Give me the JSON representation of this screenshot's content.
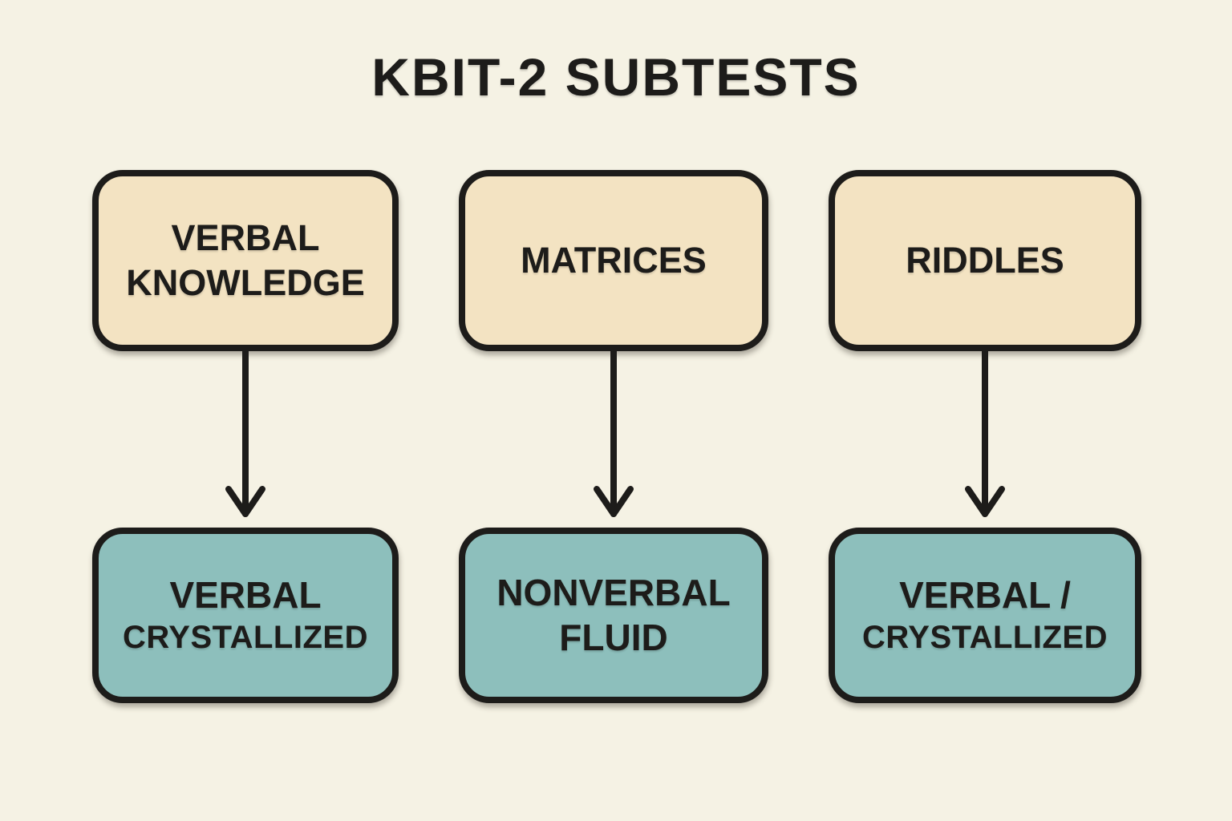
{
  "title": "KBIT-2 SUBTESTS",
  "colors": {
    "background": "#f5f2e4",
    "subtest_box": "#f3e3c2",
    "outcome_box": "#8dbfbc",
    "outline_and_text": "#1d1c1a"
  },
  "columns": [
    {
      "subtest": "VERBAL KNOWLEDGE",
      "outcome_line1": "VERBAL",
      "outcome_line2": "CRYSTALLIZED"
    },
    {
      "subtest": "MATRICES",
      "outcome_line1": "NONVERBAL",
      "outcome_line2": "FLUID"
    },
    {
      "subtest": "RIDDLES",
      "outcome_line1": "VERBAL /",
      "outcome_line2": "CRYSTALLIZED"
    }
  ]
}
